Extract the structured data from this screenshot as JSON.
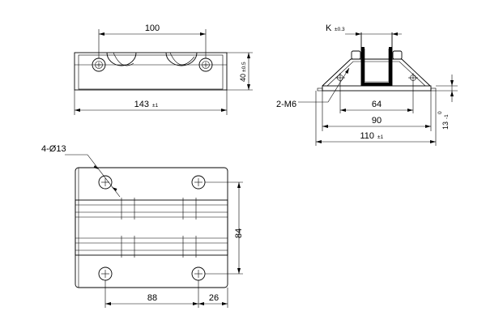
{
  "front_view": {
    "hole_pitch": "100",
    "length": "143",
    "length_tol": "±1",
    "height": "40",
    "height_tol": "±0.5"
  },
  "side_view": {
    "slot_width": "K",
    "slot_width_tol": "±0.3",
    "thread_callout": "2-M6",
    "thread_pitch": "64",
    "base_width": "90",
    "overall_width": "110",
    "overall_width_tol": "±1",
    "base_thickness": "13",
    "base_thickness_upper_tol": "0",
    "base_thickness_lower_tol": "-1"
  },
  "top_view": {
    "hole_callout": "4-Ø13",
    "hole_spacing_x": "88",
    "edge_offset": "26",
    "hole_spacing_y": "84"
  }
}
